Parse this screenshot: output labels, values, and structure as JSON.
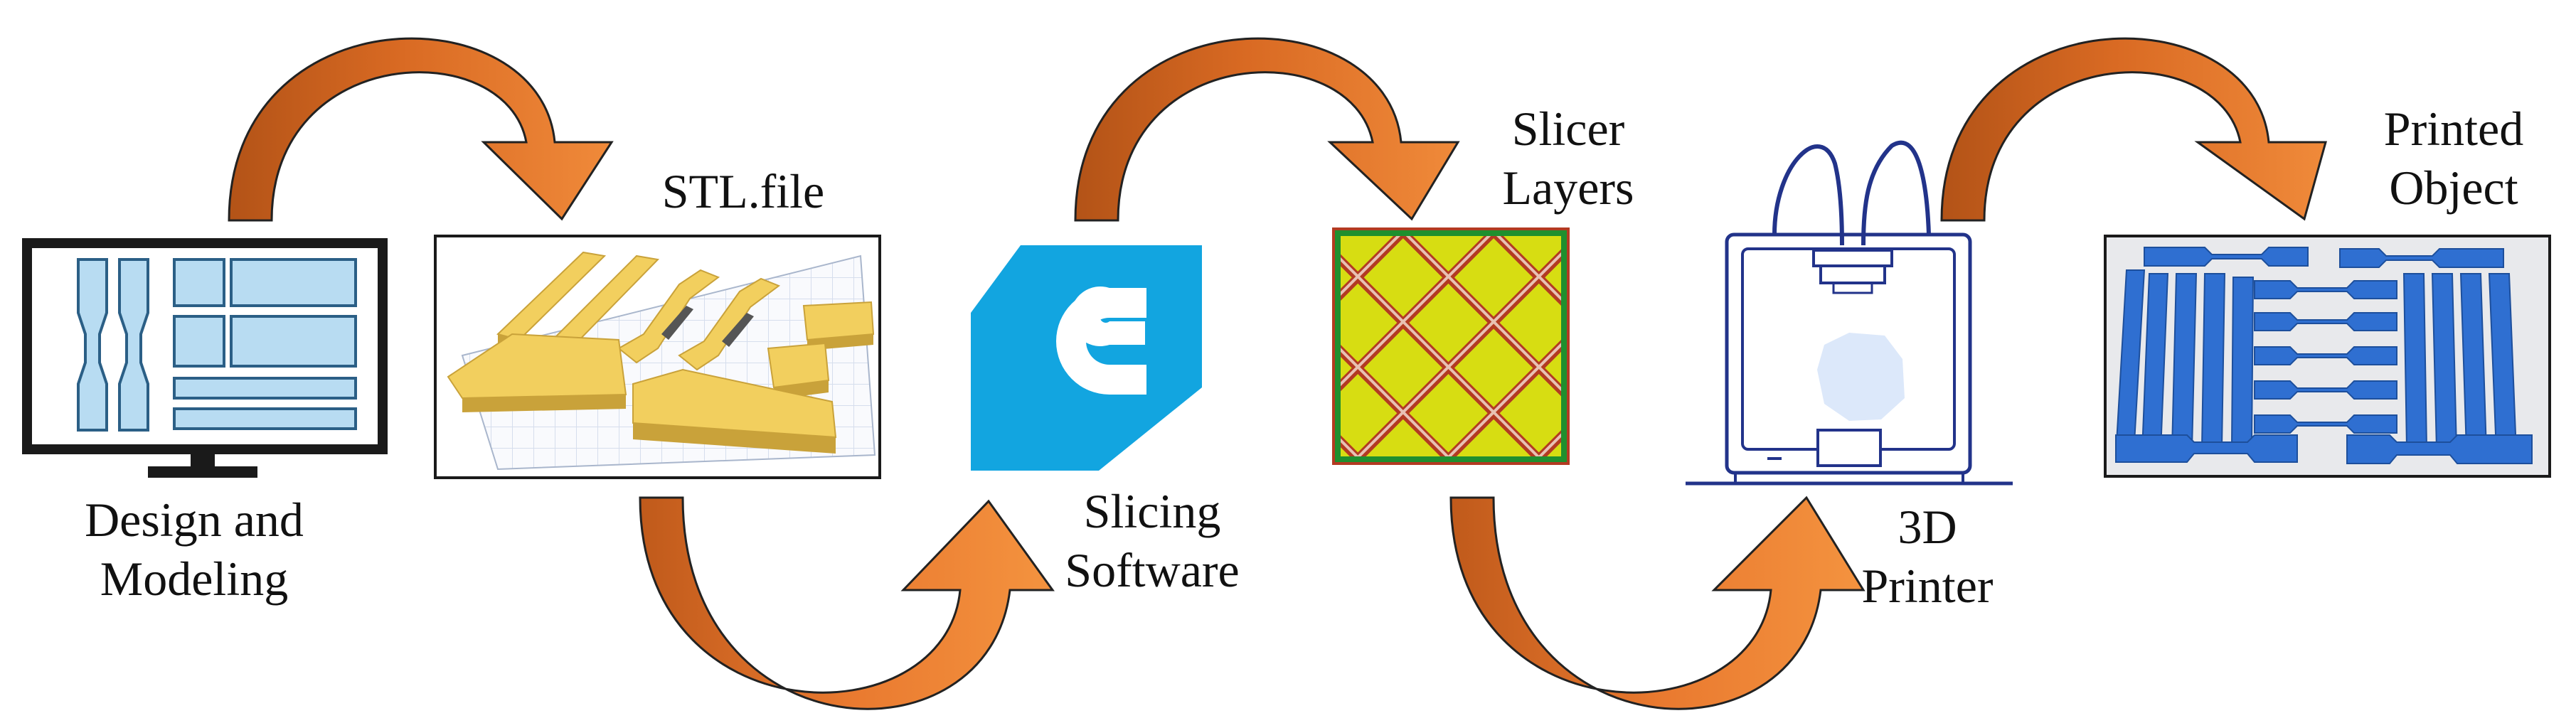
{
  "colors": {
    "arrow_fill": "#e9792f",
    "arrow_dark": "#b35317",
    "outline": "#222222",
    "monitor_panel": "#b8dcf2",
    "monitor_stroke": "#2b5f86",
    "stl_part": "#f2cf5e",
    "stl_part_side": "#c9a23a",
    "slicer_brand": "#12a5e0",
    "infill_green": "#d7dd12",
    "infill_red": "#b33a22",
    "printer_line": "#22338a",
    "printer_glow": "#dce8fa",
    "print_blue": "#2f6fd1"
  },
  "steps": [
    {
      "id": "design",
      "lines": [
        "Design and",
        "Modeling"
      ],
      "icon": "monitor-icon"
    },
    {
      "id": "stl",
      "lines": [
        "STL.file"
      ],
      "icon": "stl-model-image"
    },
    {
      "id": "slicing",
      "lines": [
        "Slicing",
        "Software"
      ],
      "icon": "slicer-logo-icon"
    },
    {
      "id": "layers",
      "lines": [
        "Slicer",
        "Layers"
      ],
      "icon": "infill-grid-image"
    },
    {
      "id": "printer",
      "lines": [
        "3D",
        "Printer"
      ],
      "icon": "printer-3d-icon"
    },
    {
      "id": "printed",
      "lines": [
        "Printed",
        "Object"
      ],
      "icon": "printed-parts-image"
    }
  ]
}
